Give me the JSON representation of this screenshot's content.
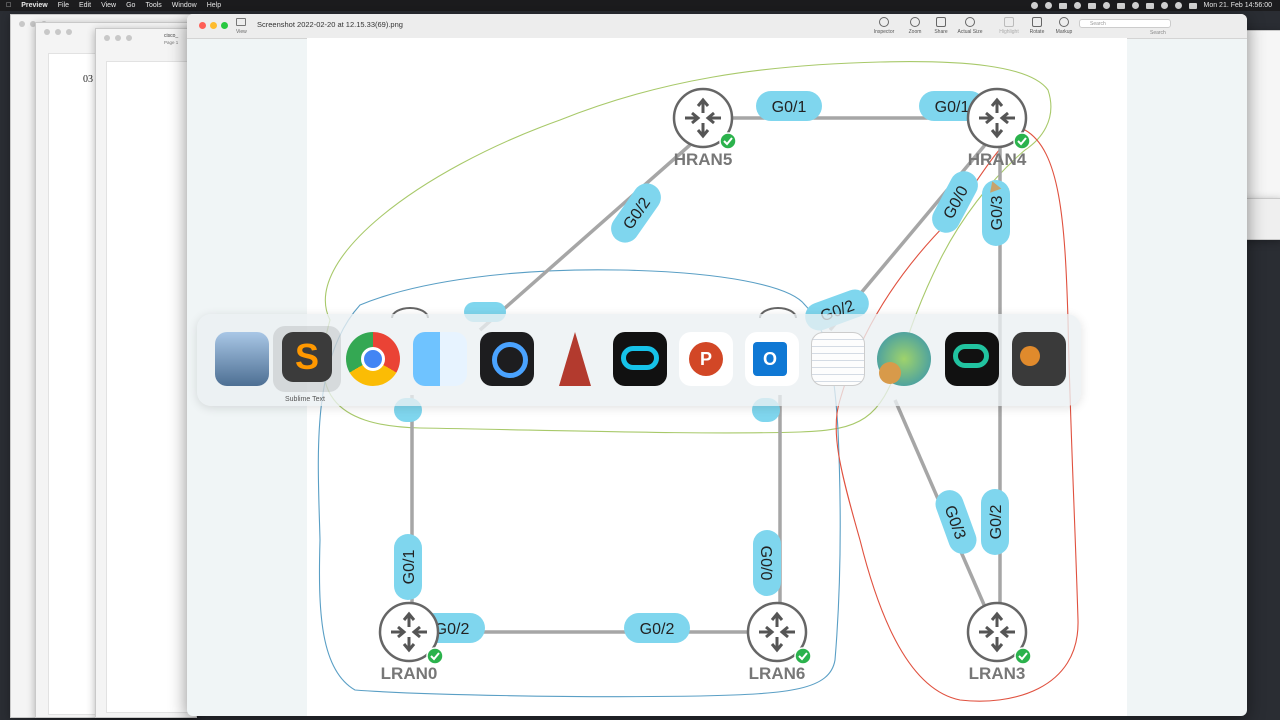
{
  "menubar": {
    "items": [
      "Preview",
      "File",
      "Edit",
      "View",
      "Go",
      "Tools",
      "Window",
      "Help"
    ],
    "clock": "Mon 21. Feb  14:56:00"
  },
  "background_windows": {
    "doc_char": "03",
    "doc_title": "cisco_",
    "doc_subtitle": "Page 1"
  },
  "window": {
    "title": "Screenshot 2022-02-20 at 12.15.33(69).png",
    "view_label": "View",
    "toolbar": [
      "Inspector",
      "Zoom",
      "Share",
      "Actual Size",
      "Highlight",
      "Rotate",
      "Markup"
    ],
    "search_placeholder": "Search",
    "search_label": "Search"
  },
  "diagram": {
    "routers": [
      "HRAN5",
      "HRAN4",
      "LRAN0",
      "LRAN6",
      "LRAN3"
    ],
    "labels": {
      "hran5_hran4_left": "G0/1",
      "hran5_hran4_right": "G0/1",
      "hran5_down": "G0/2",
      "hran4_g00": "G0/0",
      "hran4_g03": "G0/3",
      "mid_left": "G0/2",
      "lran0_g01": "G0/1",
      "lran0_g02": "G0/2",
      "lran6_g02": "G0/2",
      "lran6_g00": "G0/0",
      "lran3_g03": "G0/3",
      "lran3_g02": "G0/2"
    },
    "colors": {
      "link": "#a6a6a6",
      "port": "#7fd6ee",
      "check": "#2bb24c",
      "red": "#e0513f",
      "green": "#a8c96a",
      "blue": "#5a9fc5"
    }
  },
  "dock": {
    "tooltip": "Sublime Text",
    "apps": [
      "preview-app-icon",
      "sublime-text-icon",
      "chrome-icon",
      "finder-icon",
      "quicktime-icon",
      "pencil-app-icon",
      "webex-icon",
      "powerpoint-icon",
      "outlook-icon",
      "textedit-icon",
      "vpn-client-icon",
      "webex-meetings-icon",
      "keychain-icon"
    ]
  }
}
